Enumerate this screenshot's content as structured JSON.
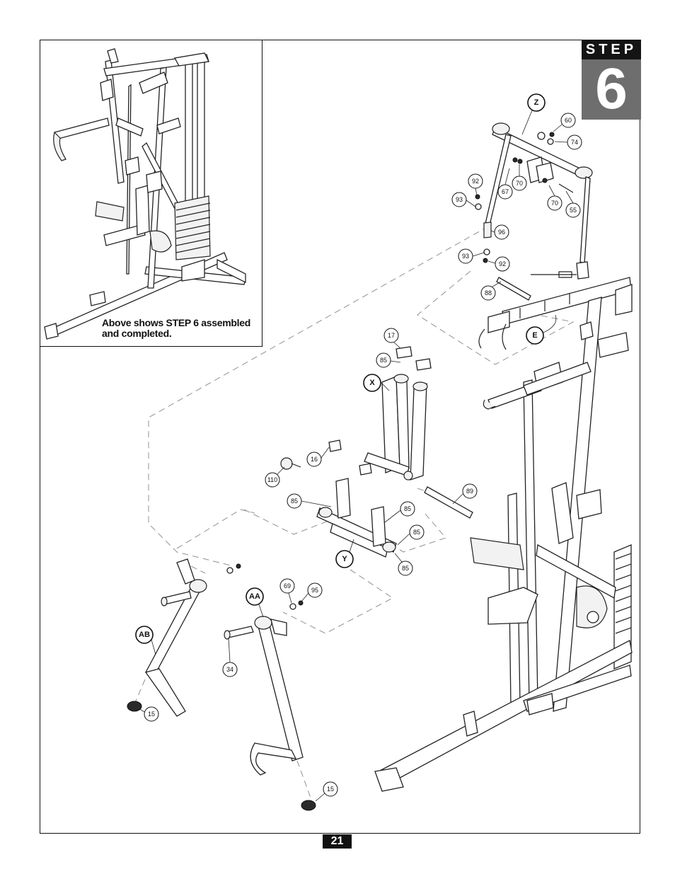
{
  "step": {
    "word": "STEP",
    "number": "6"
  },
  "inset": {
    "caption_line1": "Above shows STEP 6 assembled",
    "caption_line2": "and completed."
  },
  "page_number": "21",
  "letters": [
    "Z",
    "E",
    "X",
    "Y",
    "AA",
    "AB"
  ],
  "callouts": [
    "60",
    "74",
    "92",
    "67",
    "70",
    "70",
    "55",
    "93",
    "96",
    "93",
    "92",
    "88",
    "17",
    "85",
    "16",
    "110",
    "85",
    "85",
    "85",
    "85",
    "89",
    "69",
    "95",
    "34",
    "15",
    "15"
  ]
}
